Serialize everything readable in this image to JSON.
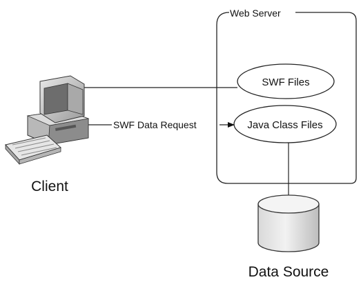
{
  "web_server": {
    "label": "Web Server"
  },
  "swf_files": {
    "label": "SWF Files"
  },
  "java_class_files": {
    "label": "Java Class Files"
  },
  "client": {
    "label": "Client"
  },
  "data_source": {
    "label": "Data Source"
  },
  "request_arrow": {
    "label": "SWF Data Request"
  },
  "colors": {
    "stroke": "#222222",
    "text": "#111111",
    "background": "#ffffff"
  }
}
